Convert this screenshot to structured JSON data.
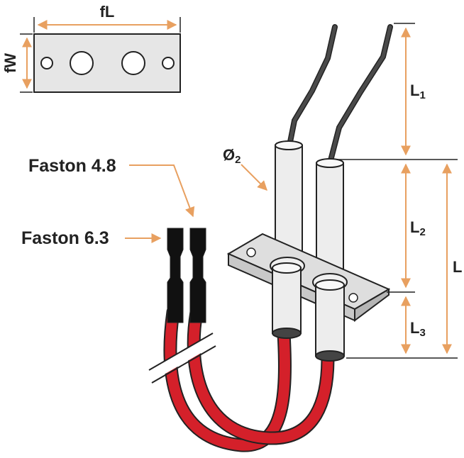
{
  "labels": {
    "fl": "fL",
    "fw": "fW",
    "diameter_main": "Ø",
    "diameter_sub": "2",
    "faston_48": "Faston 4.8",
    "faston_63": "Faston 6.3",
    "l1_main": "L",
    "l1_sub": "1",
    "l2_main": "L",
    "l2_sub": "2",
    "l3_main": "L",
    "l3_sub": "3",
    "l_total": "L"
  },
  "colors": {
    "dimension_arrow": "#e8a060",
    "plate_fill": "#e6e6e6",
    "electrode_white": "#ededed",
    "cable_red": "#d4202a",
    "wire_dark": "#3a3a3a",
    "terminal_black": "#111111",
    "outline": "#222222"
  }
}
